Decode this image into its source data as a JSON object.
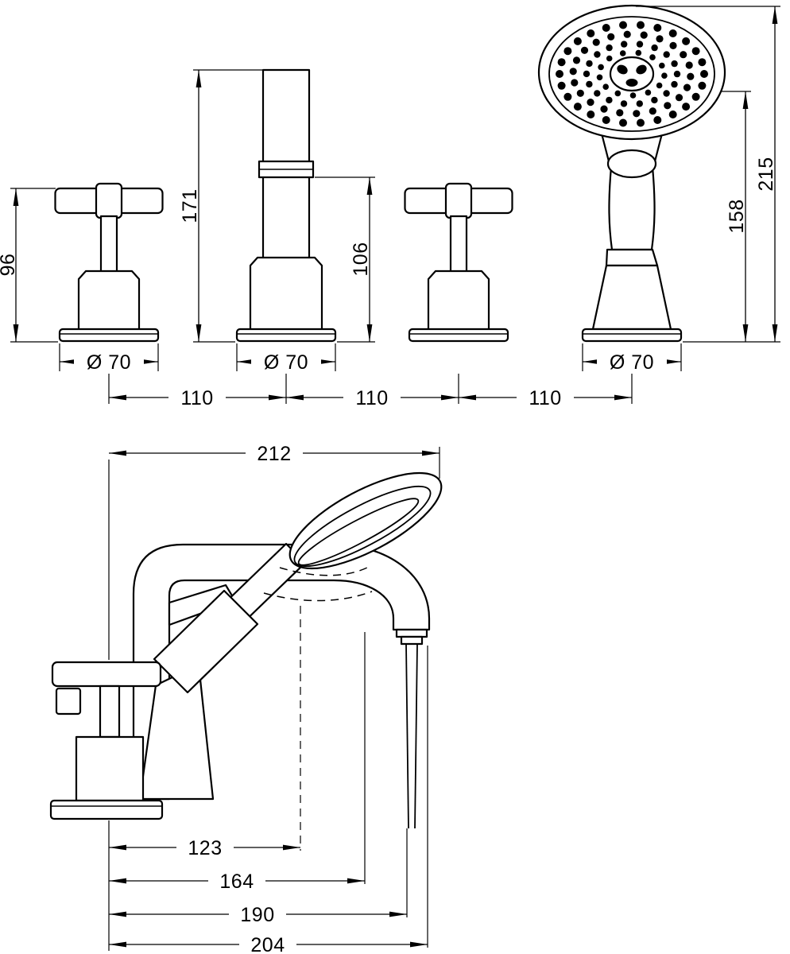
{
  "colors": {
    "line": "#000000",
    "background": "#ffffff"
  },
  "front_view": {
    "handle_height": "96",
    "spout_height": "171",
    "spout_outlet_height": "106",
    "shower_bracket_height": "158",
    "shower_height": "215",
    "escutcheon_left": "Ø 70",
    "escutcheon_middle": "Ø 70",
    "escutcheon_right": "Ø 70",
    "spacing_left": "110",
    "spacing_middle": "110",
    "spacing_right": "110"
  },
  "side_view": {
    "reach_top": "212",
    "depth_1": "123",
    "depth_2": "164",
    "depth_3": "190",
    "depth_4": "204"
  }
}
